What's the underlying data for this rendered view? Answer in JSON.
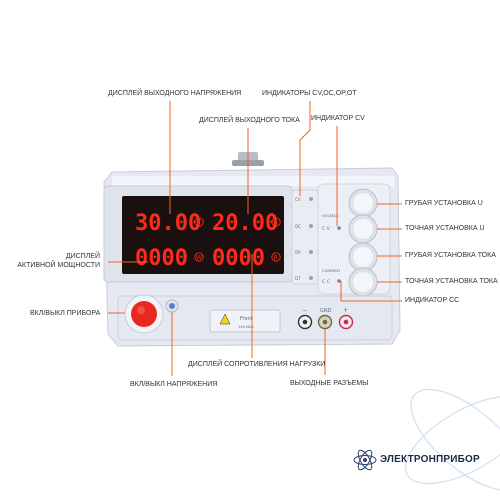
{
  "callouts": {
    "output_voltage_display": "ДИСПЛЕЙ ВЫХОДНОГО НАПРЯЖЕНИЯ",
    "output_current_display": "ДИСПЛЕЙ ВЫХОДНОГО ТОКА",
    "indicators_cv_cc_op_ot": "ИНДИКАТОРЫ CV,OC,OP,OT",
    "cv_indicator": "ИНДИКАТОР CV",
    "coarse_voltage": "ГРУБАЯ УСТАНОВКА U",
    "fine_voltage": "ТОЧНАЯ УСТАНОВКА U",
    "coarse_current": "ГРУБАЯ УСТАНОВКА ТОКА",
    "fine_current": "ТОЧНАЯ УСТАНОВКА ТОКА",
    "cc_indicator": "ИНДИКАТОР СС",
    "active_power_display_line1": "ДИСПЛЕЙ",
    "active_power_display_line2": "АКТИВНОЙ МОЩНОСТИ",
    "power_switch": "ВКЛ/ВЫКЛ ПРИБОРА",
    "output_switch": "ВКЛ/ВЫКЛ НАПРЯЖЕНИЯ",
    "load_resistance_display": "ДИСПЛЕЙ СОПРОТИВЛЕНИЯ НАГРУЗКИ",
    "output_terminals": "ВЫХОДНЫЕ РАЗЪЕМЫ"
  },
  "device": {
    "voltage_reading": "30.00",
    "voltage_unit": "V",
    "current_reading": "20.00",
    "current_unit": "A",
    "power_reading": "0000",
    "power_unit": "W",
    "resistance_reading": "0000",
    "resistance_unit": "R",
    "status_labels": [
      "CV",
      "OC",
      "OP",
      "OT"
    ],
    "voltage_label": "VOLTAGE",
    "cv_label": "C V",
    "current_label": "CURRENT",
    "cc_label": "C C",
    "gnd_label": "GND",
    "front_label": "Front",
    "front_sublabel": "10A MAX"
  },
  "brand": {
    "name": "ЭЛЕКТРОНПРИБОР"
  },
  "colors": {
    "accent_line": "#f26522",
    "led_red": "#ff2a1a",
    "power_button": "#e8281e",
    "panel": "#eef1f8"
  }
}
